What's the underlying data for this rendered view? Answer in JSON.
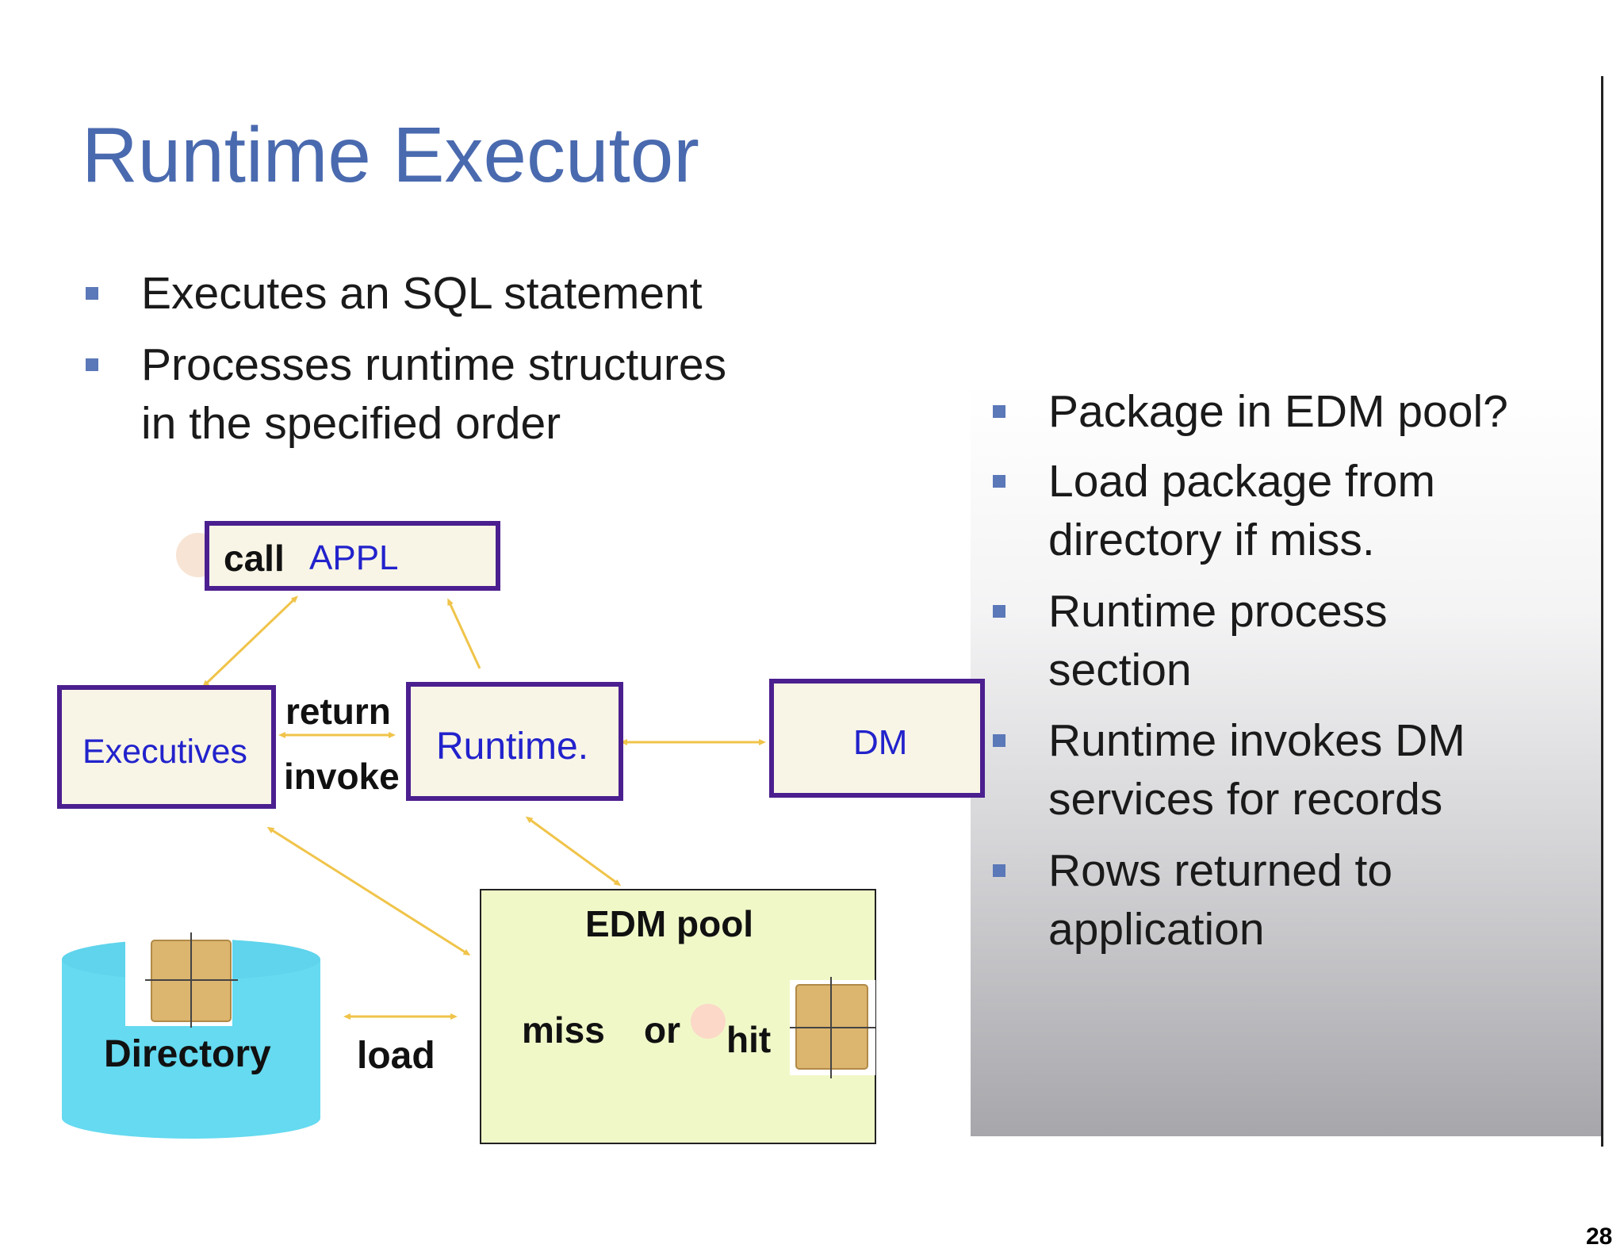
{
  "slide": {
    "title": "Runtime Executor",
    "page_number": "28"
  },
  "left_bullets": [
    {
      "lines": [
        "Executes an SQL statement"
      ]
    },
    {
      "lines": [
        "Processes runtime structures",
        "in the specified order"
      ]
    }
  ],
  "right_bullets": [
    {
      "lines": [
        "Package in EDM pool?"
      ]
    },
    {
      "lines": [
        "Load package from",
        "directory if miss."
      ]
    },
    {
      "lines": [
        "Runtime process",
        "section"
      ]
    },
    {
      "lines": [
        "Runtime invokes DM",
        "services for records"
      ]
    },
    {
      "lines": [
        "Rows returned to",
        "application"
      ]
    }
  ],
  "diagram": {
    "call_box": {
      "keyword": "call",
      "name": "APPL"
    },
    "executives_label": "Executives",
    "runtime_label": "Runtime.",
    "dm_label": "DM",
    "return_label": "return",
    "invoke_label": "invoke",
    "edm_pool_label": "EDM pool",
    "miss_label": "miss",
    "or_label": "or",
    "hit_label": "hit",
    "directory_label": "Directory",
    "load_label": "load"
  },
  "colors": {
    "title": "#4a6aaf",
    "bullet": "#5b78b8",
    "box_border": "#4b1f8f",
    "box_fill": "#f8f5e6",
    "edm_fill": "#f1f8c8",
    "directory_fill": "#65daf0",
    "arrow": "#f0c44a"
  }
}
